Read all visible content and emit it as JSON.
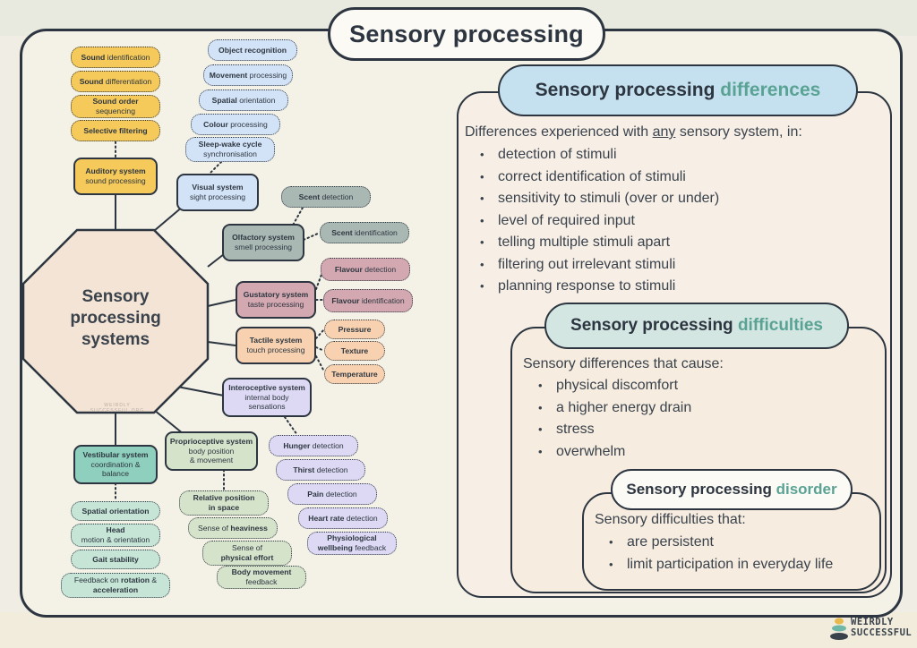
{
  "title": "Sensory processing",
  "center_label": "Sensory processing systems",
  "center_watermark": "WEIRDLY SUCCESSFUL.ORG",
  "colors": {
    "auditory": "#f5c95a",
    "visual": "#d3e3f7",
    "olfactory": "#aab8b4",
    "gustatory": "#d3a8b0",
    "tactile": "#f8d2b0",
    "interoceptive": "#ddd9f4",
    "proprioceptive": "#d6e3cb",
    "vestibular": "#8fcfbd",
    "accent": "#5aa394",
    "outline": "#2d3640"
  },
  "systems": {
    "auditory": {
      "name": "Auditory system",
      "desc": "sound processing"
    },
    "visual": {
      "name": "Visual system",
      "desc": "sight processing"
    },
    "olfactory": {
      "name": "Olfactory system",
      "desc": "smell processing"
    },
    "gustatory": {
      "name": "Gustatory system",
      "desc": "taste processing"
    },
    "tactile": {
      "name": "Tactile system",
      "desc": "touch processing"
    },
    "interoceptive": {
      "name": "Interoceptive system",
      "desc": "internal body sensations"
    },
    "proprioceptive": {
      "name": "Proprioceptive system",
      "desc1": "body position",
      "desc2": "& movement"
    },
    "vestibular": {
      "name": "Vestibular system",
      "desc": "coordination & balance"
    }
  },
  "auditory_items": [
    {
      "bold": "Sound",
      "rest": "identification"
    },
    {
      "bold": "Sound",
      "rest": "differentiation"
    },
    {
      "bold": "Sound order",
      "rest": "sequencing"
    },
    {
      "bold": "Selective filtering",
      "rest": ""
    }
  ],
  "visual_items": [
    {
      "bold": "Object recognition",
      "rest": ""
    },
    {
      "bold": "Movement",
      "rest": "processing"
    },
    {
      "bold": "Spatial",
      "rest": "orientation"
    },
    {
      "bold": "Colour",
      "rest": "processing"
    },
    {
      "bold": "Sleep-wake cycle",
      "rest": "synchronisation"
    }
  ],
  "olfactory_items": [
    {
      "bold": "Scent",
      "rest": "detection"
    },
    {
      "bold": "Scent",
      "rest": "identification"
    }
  ],
  "gustatory_items": [
    {
      "bold": "Flavour",
      "rest": "detection"
    },
    {
      "bold": "Flavour",
      "rest": "identification"
    }
  ],
  "tactile_items": [
    "Pressure",
    "Texture",
    "Temperature"
  ],
  "interoceptive_items": [
    {
      "bold": "Hunger",
      "rest": "detection"
    },
    {
      "bold": "Thirst",
      "rest": "detection"
    },
    {
      "bold": "Pain",
      "rest": "detection"
    },
    {
      "bold": "Heart rate",
      "rest": "detection"
    },
    {
      "bold": "Physiological",
      "bold2": "wellbeing",
      "rest": "feedback"
    }
  ],
  "proprioceptive_items": [
    {
      "line1": "Relative position",
      "line2": "in space"
    },
    {
      "pre": "Sense of",
      "bold": "heaviness"
    },
    {
      "line1": "Sense of",
      "line2": "physical effort"
    },
    {
      "line1": "Body movement",
      "line2": "feedback"
    }
  ],
  "vestibular_items": [
    {
      "bold": "Spatial orientation"
    },
    {
      "bold": "Head",
      "rest": "motion & orientation"
    },
    {
      "bold": "Gait stability"
    },
    {
      "pre": "Feedback on",
      "bold": "rotation",
      "mid": "&",
      "bold2": "acceleration"
    }
  ],
  "differences": {
    "title_main": "Sensory processing",
    "title_accent": "differences",
    "intro_pre": "Differences experienced with",
    "intro_underline": "any",
    "intro_post": "sensory system, in:",
    "items": [
      "detection of stimuli",
      "correct identification of stimuli",
      "sensitivity to stimuli (over or under)",
      "level of required input",
      "telling multiple stimuli apart",
      "filtering out irrelevant stimuli",
      "planning response to stimuli"
    ]
  },
  "difficulties": {
    "title_main": "Sensory processing",
    "title_accent": "difficulties",
    "intro": "Sensory differences that cause:",
    "items": [
      "physical discomfort",
      "a higher energy drain",
      "stress",
      "overwhelm"
    ]
  },
  "disorder": {
    "title_main": "Sensory processing",
    "title_accent": "disorder",
    "intro": "Sensory difficulties that:",
    "items": [
      "are persistent",
      "limit participation in everyday life"
    ]
  },
  "logo": {
    "line1": "WEIRDLY",
    "line2": "SUCCESSFUL"
  }
}
